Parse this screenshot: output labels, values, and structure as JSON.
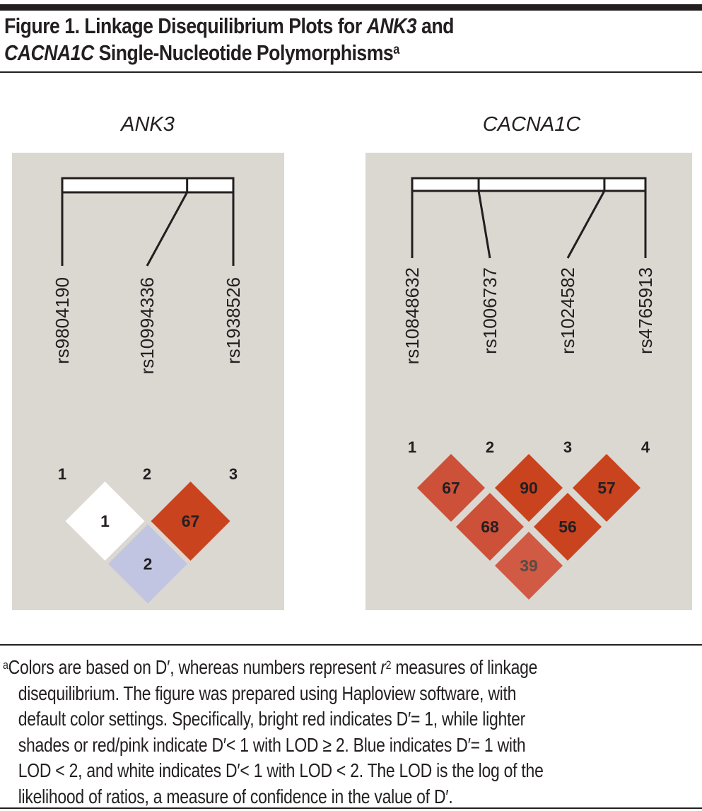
{
  "figure": {
    "title_prefix": "Figure 1. Linkage Disequilibrium Plots for ",
    "title_gene1": "ANK3",
    "title_mid": " and",
    "title_gene2": "CACNA1C",
    "title_suffix": " Single-Nucleotide Polymorphisms",
    "title_footnote_mark": "a"
  },
  "footnote": {
    "mark": "a",
    "line1_a": "Colors are based on D′, whereas numbers represent ",
    "line1_r": "r",
    "line1_sup": "2",
    "line1_b": " measures of linkage",
    "line2": "disequilibrium. The figure was prepared using Haploview software, with",
    "line3": "default color settings. Specifically, bright red indicates D′= 1, while lighter",
    "line4": "shades or red/pink indicate D′< 1 with LOD ≥ 2. Blue indicates D′= 1 with",
    "line5": "LOD < 2, and white indicates D′< 1 with LOD < 2. The LOD is the log of the",
    "line6": "likelihood of ratios, a measure of confidence in the value of D′."
  },
  "colors": {
    "panel_bg": "#dbd7d1",
    "bright_red": "#c9431f",
    "light_red": "#cd5039",
    "lighter_red": "#d05a44",
    "blue": "#c1c5e1",
    "white": "#ffffff",
    "ink": "#231f20",
    "faded_ink": "#5a4a45"
  },
  "chart_data": [
    {
      "type": "heatmap",
      "title": "ANK3",
      "snps": [
        "rs9804190",
        "rs10994336",
        "rs1938526"
      ],
      "marker_numbers": [
        "1",
        "2",
        "3"
      ],
      "relative_positions": [
        0,
        0.73,
        1
      ],
      "cells": [
        {
          "pair": [
            1,
            2
          ],
          "r2": "1",
          "color_class": "white",
          "meaning": "D′<1 with LOD<2"
        },
        {
          "pair": [
            2,
            3
          ],
          "r2": "67",
          "color_class": "bright_red",
          "meaning": "D′=1"
        },
        {
          "pair": [
            1,
            3
          ],
          "r2": "2",
          "color_class": "blue",
          "meaning": "D′=1 with LOD<2"
        }
      ]
    },
    {
      "type": "heatmap",
      "title": "CACNA1C",
      "snps": [
        "rs10848632",
        "rs1006737",
        "rs1024582",
        "rs4765913"
      ],
      "marker_numbers": [
        "1",
        "2",
        "3",
        "4"
      ],
      "relative_positions": [
        0,
        0.285,
        0.824,
        1
      ],
      "cells": [
        {
          "pair": [
            1,
            2
          ],
          "r2": "67",
          "color_class": "light_red",
          "meaning": "D′<1 with LOD≥2"
        },
        {
          "pair": [
            2,
            3
          ],
          "r2": "90",
          "color_class": "bright_red",
          "meaning": "D′=1"
        },
        {
          "pair": [
            3,
            4
          ],
          "r2": "57",
          "color_class": "bright_red",
          "meaning": "D′=1"
        },
        {
          "pair": [
            1,
            3
          ],
          "r2": "68",
          "color_class": "light_red",
          "meaning": "D′<1 with LOD≥2"
        },
        {
          "pair": [
            2,
            4
          ],
          "r2": "56",
          "color_class": "bright_red",
          "meaning": "D′=1"
        },
        {
          "pair": [
            1,
            4
          ],
          "r2": "39",
          "color_class": "lighter_red",
          "meaning": "D′<1 with LOD≥2",
          "text_faded": true
        }
      ]
    }
  ]
}
